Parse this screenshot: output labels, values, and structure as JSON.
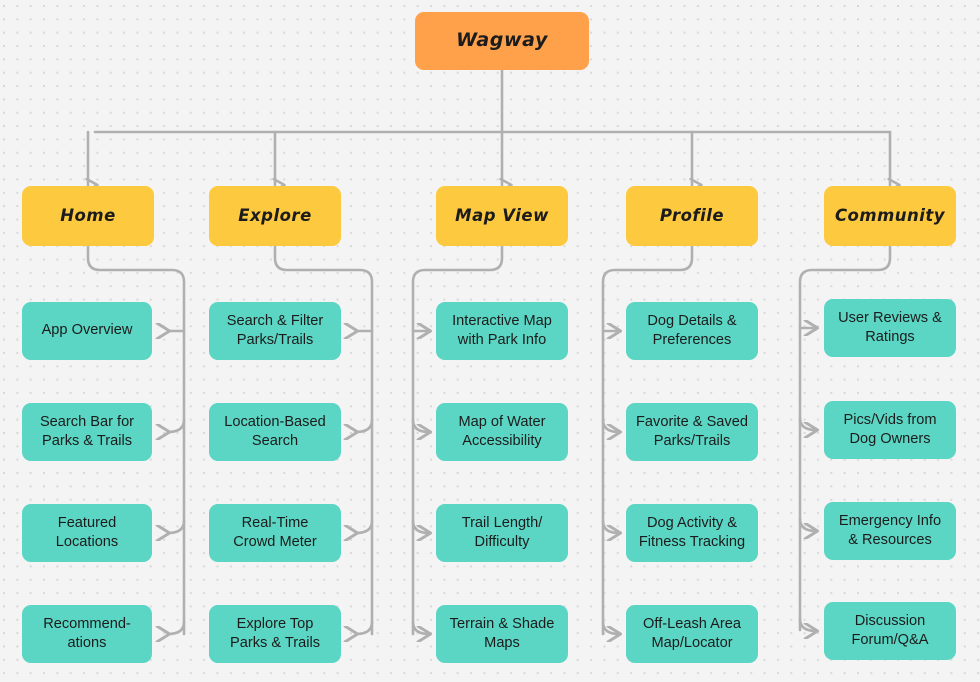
{
  "diagram": {
    "type": "sitemap-flowchart",
    "background_color": "#f4f4f4",
    "dot_grid_color": "#d8d8d8",
    "edge_color": "#b0b0b0",
    "colors": {
      "root": "#ffa14a",
      "branch": "#fcc93f",
      "leaf": "#5bd6c4",
      "text": "#1c1c1c"
    },
    "root": {
      "label": "Wagway"
    },
    "branches": [
      {
        "label": "Home",
        "leaves": [
          {
            "line1": "App Overview",
            "line2": ""
          },
          {
            "line1": "Search Bar for",
            "line2": "Parks & Trails"
          },
          {
            "line1": "Featured",
            "line2": "Locations"
          },
          {
            "line1": "Recommend-",
            "line2": "ations"
          }
        ]
      },
      {
        "label": "Explore",
        "leaves": [
          {
            "line1": "Search & Filter",
            "line2": "Parks/Trails"
          },
          {
            "line1": "Location-Based",
            "line2": "Search"
          },
          {
            "line1": "Real-Time",
            "line2": "Crowd Meter"
          },
          {
            "line1": "Explore Top",
            "line2": "Parks & Trails"
          }
        ]
      },
      {
        "label": "Map View",
        "leaves": [
          {
            "line1": "Interactive Map",
            "line2": "with Park Info"
          },
          {
            "line1": "Map of Water",
            "line2": "Accessibility"
          },
          {
            "line1": "Trail Length/",
            "line2": "Difficulty"
          },
          {
            "line1": "Terrain & Shade",
            "line2": "Maps"
          }
        ]
      },
      {
        "label": "Profile",
        "leaves": [
          {
            "line1": "Dog Details &",
            "line2": "Preferences"
          },
          {
            "line1": "Favorite & Saved",
            "line2": "Parks/Trails"
          },
          {
            "line1": "Dog Activity &",
            "line2": "Fitness Tracking"
          },
          {
            "line1": "Off-Leash Area",
            "line2": "Map/Locator"
          }
        ]
      },
      {
        "label": "Community",
        "leaves": [
          {
            "line1": "User Reviews &",
            "line2": "Ratings"
          },
          {
            "line1": "Pics/Vids from",
            "line2": "Dog Owners"
          },
          {
            "line1": "Emergency Info",
            "line2": "& Resources"
          },
          {
            "line1": "Discussion",
            "line2": "Forum/Q&A"
          }
        ]
      }
    ]
  }
}
